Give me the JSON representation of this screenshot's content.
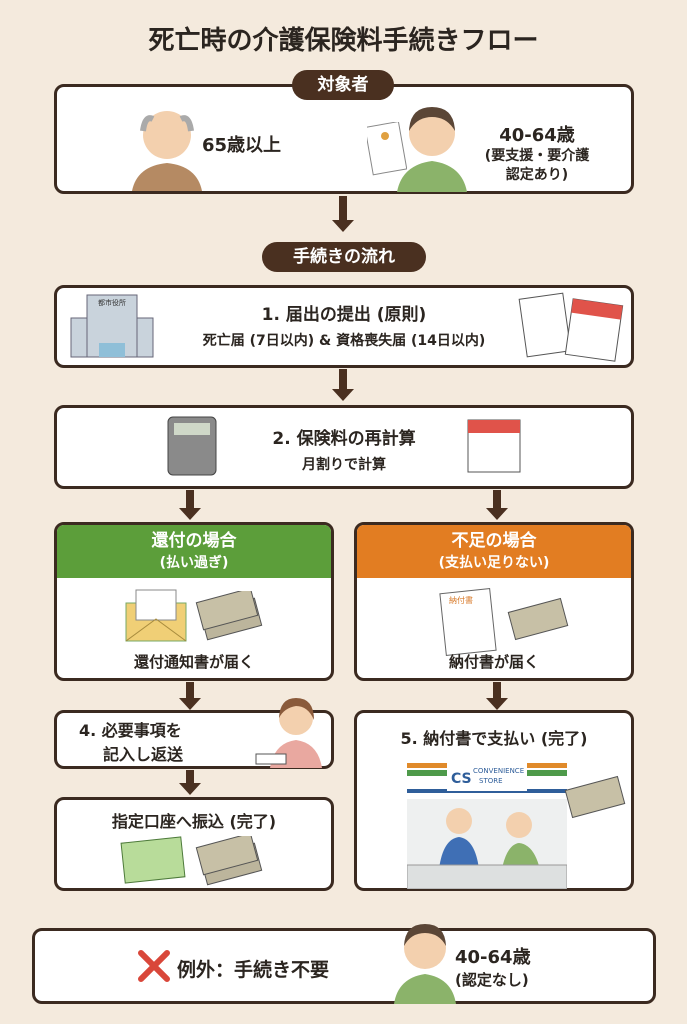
{
  "title": "死亡時の介護保険料手続きフロー",
  "colors": {
    "background": "#f4eadd",
    "dark_brown": "#4a3020",
    "refund_green": "#5c9e3a",
    "shortage_orange": "#e27d22",
    "exception_x": "#d9473a"
  },
  "target": {
    "label": "対象者",
    "group1": "65歳以上",
    "group2_age": "40-64歳",
    "group2_note1": "(要支援・要介護",
    "group2_note2": "認定あり)"
  },
  "flow_label": "手続きの流れ",
  "step1": {
    "title": "1. 届出の提出 (原則)",
    "detail": "死亡届 (7日以内) & 資格喪失届 (14日以内)",
    "building_sign": "都市役所"
  },
  "step2": {
    "title": "2. 保険料の再計算",
    "detail": "月割りで計算"
  },
  "refund": {
    "title": "還付の場合",
    "subtitle": "(払い過ぎ)",
    "caption": "還付通知書が届く"
  },
  "shortage": {
    "title": "不足の場合",
    "subtitle": "(支払い足りない)",
    "caption": "納付書が届く",
    "doc_label": "納付書"
  },
  "step4": {
    "line1": "4. 必要事項を",
    "line2": "記入し返送"
  },
  "transfer": {
    "title": "指定口座へ振込 (完了)"
  },
  "step5": {
    "title": "5. 納付書で支払い (完了)",
    "store_line1": "CONVENIENCE",
    "store_line2": "STORE",
    "store_logo": "CS"
  },
  "exception": {
    "label": "例外：手続き不要",
    "age": "40-64歳",
    "note": "(認定なし)"
  }
}
